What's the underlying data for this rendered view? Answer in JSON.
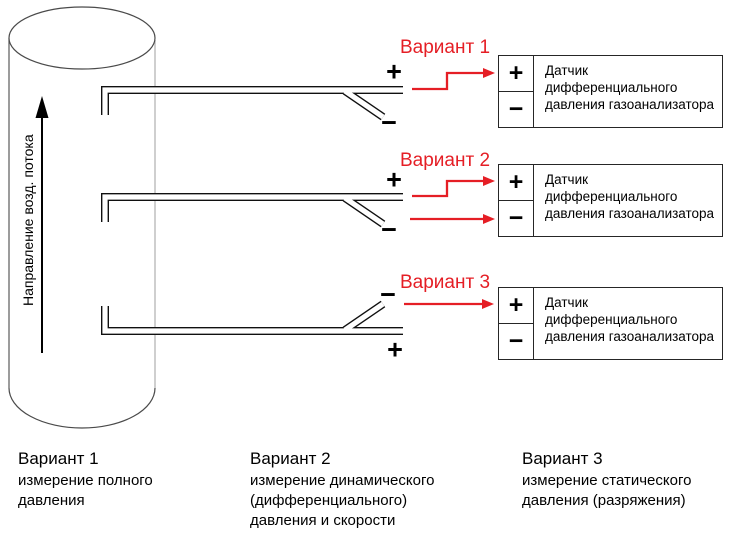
{
  "colors": {
    "accent_red": "#e51e25"
  },
  "flow_label": "Направление возд. потока",
  "variant_labels": [
    "Вариант 1",
    "Вариант 2",
    "Вариант 3"
  ],
  "probe_signs": {
    "plus": "+",
    "minus": "−"
  },
  "sensor_box": {
    "plus": "+",
    "minus": "−",
    "lines": [
      "Датчик",
      "дифференциального",
      "давления газоанализатора"
    ]
  },
  "captions": [
    {
      "title": "Вариант 1",
      "lines": [
        "измерение полного",
        "давления"
      ]
    },
    {
      "title": "Вариант 2",
      "lines": [
        "измерение динамического",
        "(дифференциального)",
        "давления и скорости"
      ]
    },
    {
      "title": "Вариант 3",
      "lines": [
        "измерение статического",
        "давления (разряжения)"
      ]
    }
  ]
}
